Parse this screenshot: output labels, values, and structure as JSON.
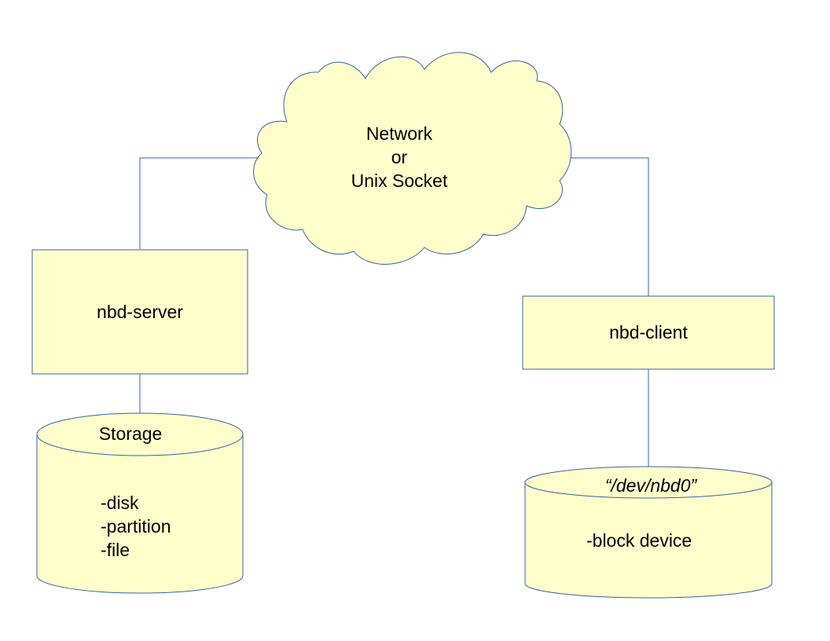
{
  "colors": {
    "fill": "#ffffcc",
    "stroke": "#3465a4"
  },
  "cloud": {
    "lines": [
      "Network",
      "or",
      "Unix Socket"
    ]
  },
  "server": {
    "label": "nbd-server"
  },
  "client": {
    "label": "nbd-client"
  },
  "storage": {
    "title": "Storage",
    "items": [
      "-disk",
      "-partition",
      "-file"
    ]
  },
  "device": {
    "title": "“/dev/nbd0”",
    "items": [
      "-block device"
    ]
  }
}
